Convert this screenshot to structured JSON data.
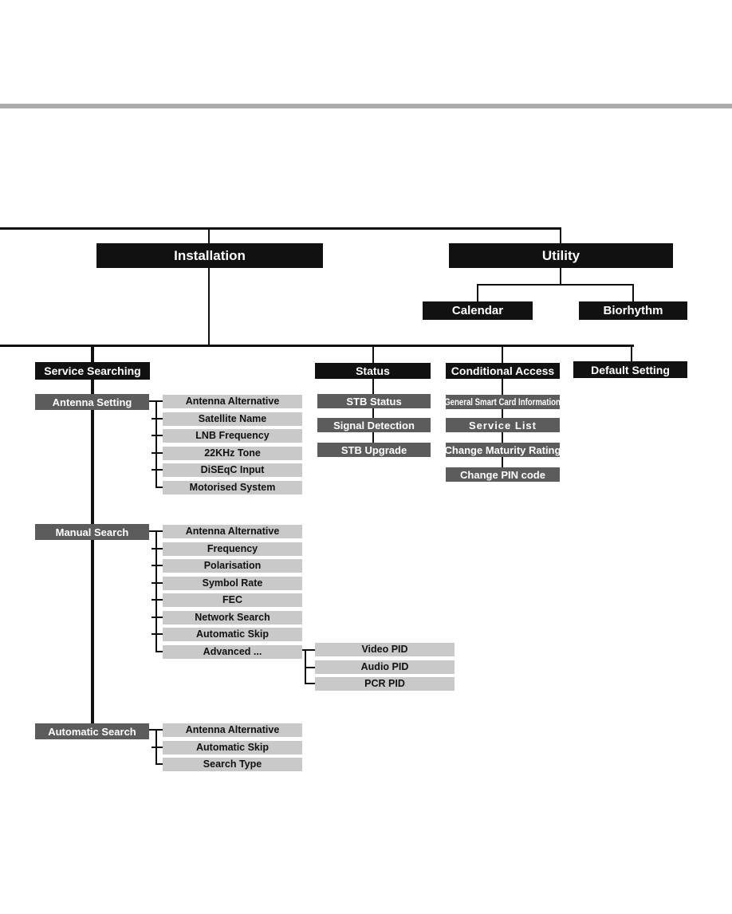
{
  "colors": {
    "top_bar": "#ababab",
    "node_black": "#111111",
    "node_dark_gray": "#5c5c5c",
    "node_light_gray": "#c9c9c9",
    "connector": "#111111"
  },
  "tree": {
    "root_menus": [
      {
        "label": "Installation"
      },
      {
        "label": "Utility"
      }
    ],
    "utility_children": [
      {
        "label": "Calendar"
      },
      {
        "label": "Biorhythm"
      }
    ],
    "sections": {
      "service_searching": {
        "label": "Service Searching",
        "groups": [
          {
            "label": "Antenna Setting",
            "items": [
              "Antenna Alternative",
              "Satellite Name",
              "LNB Frequency",
              "22KHz Tone",
              "DiSEqC Input",
              "Motorised System"
            ]
          },
          {
            "label": "Manual Search",
            "items": [
              "Antenna Alternative",
              "Frequency",
              "Polarisation",
              "Symbol Rate",
              "FEC",
              "Network Search",
              "Automatic Skip",
              "Advanced ..."
            ],
            "advanced_sub_items": [
              "Video PID",
              "Audio PID",
              "PCR PID"
            ]
          },
          {
            "label": "Automatic Search",
            "items": [
              "Antenna Alternative",
              "Automatic Skip",
              "Search Type"
            ]
          }
        ]
      },
      "status": {
        "label": "Status",
        "items": [
          "STB Status",
          "Signal Detection",
          "STB Upgrade"
        ]
      },
      "conditional_access": {
        "label": "Conditional Access",
        "items": [
          "General Smart Card Information",
          "Service List",
          "Change Maturity Rating",
          "Change PIN code"
        ]
      },
      "default_setting": {
        "label": "Default Setting"
      }
    }
  }
}
